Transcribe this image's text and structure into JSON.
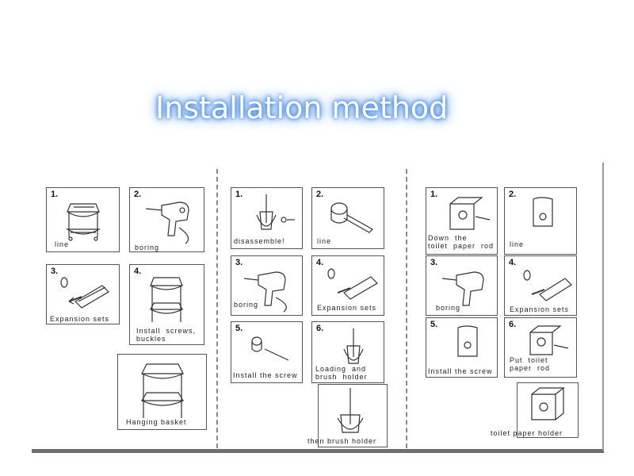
{
  "title": "Installation method",
  "columns": [
    {
      "steps": [
        {
          "num": "1.",
          "caption": "line"
        },
        {
          "num": "2.",
          "caption": "boring"
        },
        {
          "num": "3.",
          "caption": "Expansion  sets"
        },
        {
          "num": "4.",
          "caption": "Install  screws,\nbuckles"
        },
        {
          "num": "",
          "caption": "Hanging  basket"
        }
      ]
    },
    {
      "steps": [
        {
          "num": "1.",
          "caption": "disassemble!"
        },
        {
          "num": "2.",
          "caption": "line"
        },
        {
          "num": "3.",
          "caption": "boring"
        },
        {
          "num": "4.",
          "caption": "Expansion  sets"
        },
        {
          "num": "5.",
          "caption": "Install  the  screw"
        },
        {
          "num": "6.",
          "caption": "Loading  and\nbrush  holder"
        },
        {
          "num": "",
          "caption": "then  brush  holder"
        }
      ]
    },
    {
      "steps": [
        {
          "num": "1.",
          "caption": "Down  the\ntoilet  paper  rod"
        },
        {
          "num": "2.",
          "caption": "line"
        },
        {
          "num": "3.",
          "caption": "boring"
        },
        {
          "num": "4.",
          "caption": "Expansion  sets"
        },
        {
          "num": "5.",
          "caption": "Install  the  screw"
        },
        {
          "num": "6.",
          "caption": "Put  toilet\npaper  rod"
        },
        {
          "num": "",
          "caption": "toilet  paper  holder"
        }
      ]
    }
  ]
}
